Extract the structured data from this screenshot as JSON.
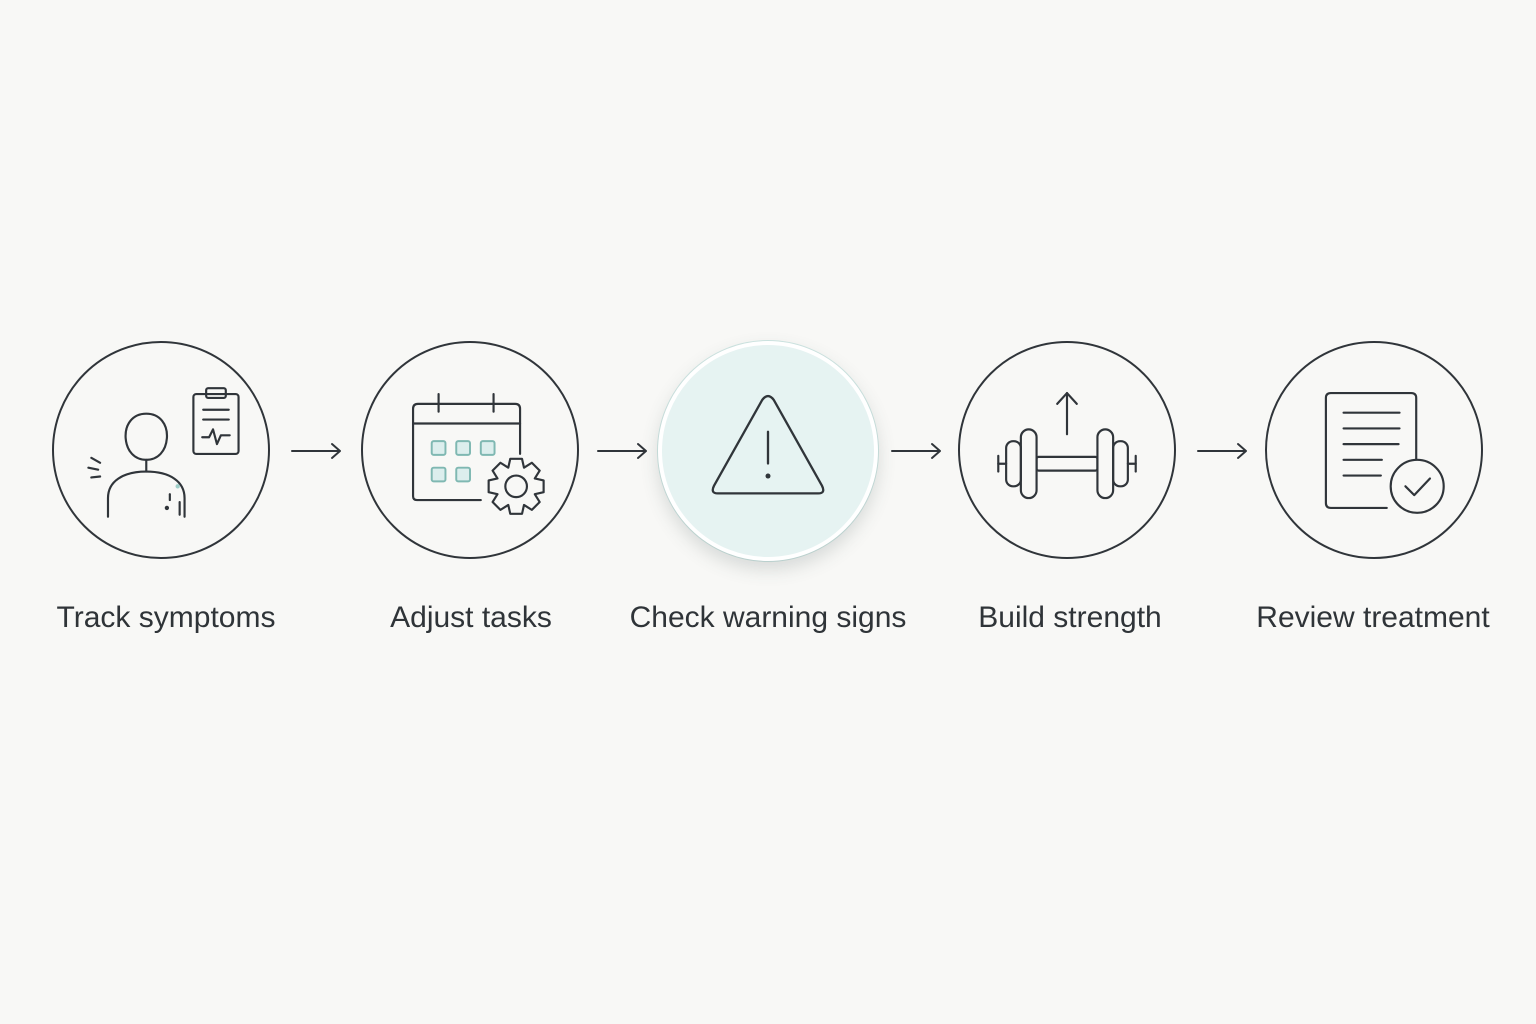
{
  "steps": [
    {
      "label": "Track symptoms",
      "icon": "symptom-tracking-icon"
    },
    {
      "label": "Adjust tasks",
      "icon": "calendar-settings-icon"
    },
    {
      "label": "Check warning signs",
      "icon": "warning-icon"
    },
    {
      "label": "Build strength",
      "icon": "dumbbell-icon"
    },
    {
      "label": "Review treatment",
      "icon": "document-check-icon"
    }
  ],
  "colors": {
    "background": "#f8f8f6",
    "stroke": "#30353a",
    "accent_fill": "#e6f3f2",
    "accent_stroke": "#79bdb5"
  }
}
